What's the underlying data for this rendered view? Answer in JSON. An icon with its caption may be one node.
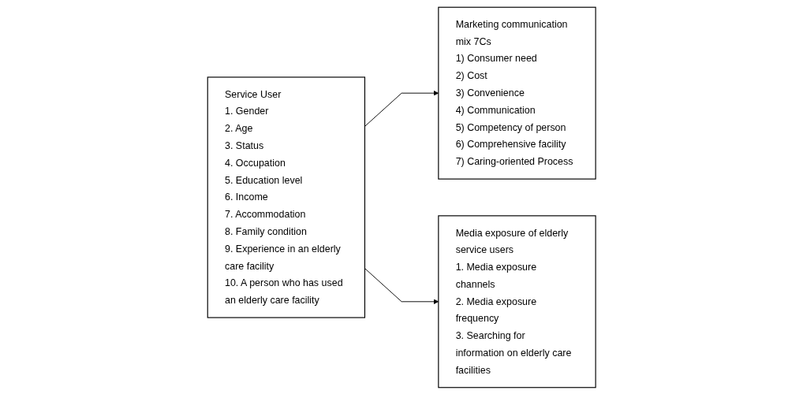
{
  "diagram": {
    "nodes": [
      {
        "text": [
          "Service User",
          "1. Gender",
          "2. Age",
          "3. Status",
          "4. Occupation",
          "5. Education level",
          "6. Income",
          "7. Accommodation",
          "8. Family condition",
          "9. Experience in an elderly care facility",
          "10. A person who has used an elderly care facility"
        ]
      },
      {
        "text": [
          "Marketing communication mix 7Cs",
          "1) Consumer need",
          "2) Cost",
          "3) Convenience",
          "4) Communication",
          "5) Competency of person",
          "6) Comprehensive facility",
          "7) Caring-oriented Process"
        ]
      },
      {
        "text": [
          "Media exposure of elderly service users",
          "1. Media exposure channels",
          "2. Media exposure frequency",
          "3. Searching for information on elderly care facilities"
        ]
      }
    ],
    "edges": [
      {
        "from": 0,
        "to": 1,
        "arrow": "to"
      },
      {
        "from": 0,
        "to": 2,
        "arrow": "to"
      }
    ]
  }
}
